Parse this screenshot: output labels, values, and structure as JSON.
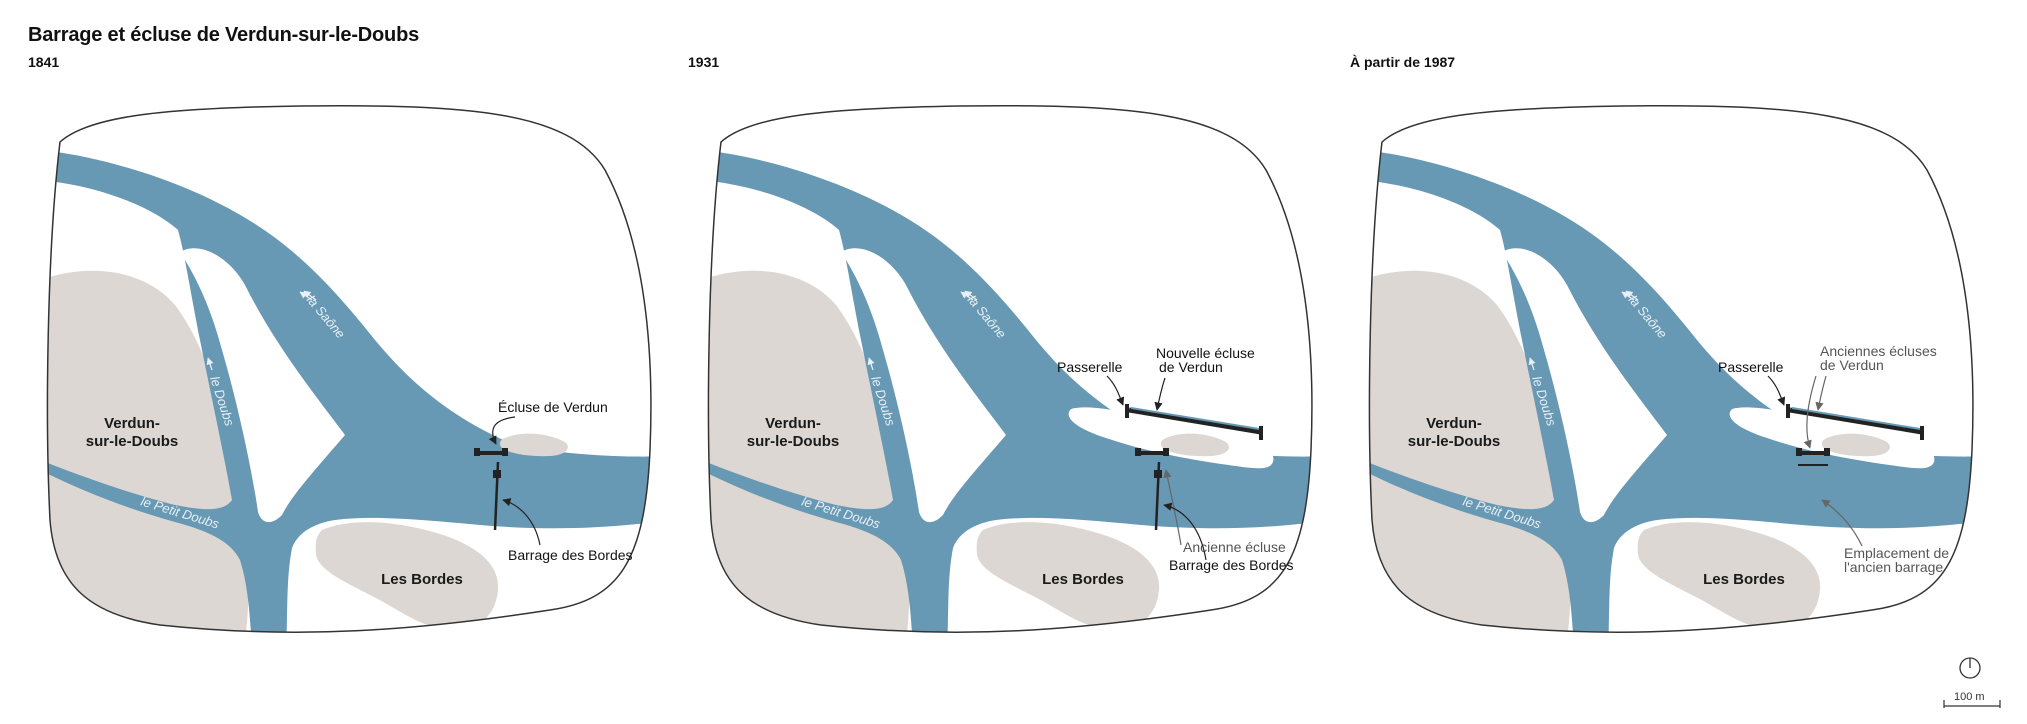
{
  "title": "Barrage et écluse de Verdun-sur-le-Doubs",
  "panels": [
    {
      "year": "1841",
      "town_line1": "Verdun-",
      "town_line2": "sur-le-Doubs",
      "village": "Les Bordes",
      "river_saone": "la Saône",
      "river_doubs": "le Doubs",
      "river_petit_doubs": "le Petit Doubs",
      "callouts": [
        "Écluse de Verdun",
        "Barrage des Bordes"
      ]
    },
    {
      "year": "1931",
      "town_line1": "Verdun-",
      "town_line2": "sur-le-Doubs",
      "village": "Les Bordes",
      "river_saone": "la Saône",
      "river_doubs": "le Doubs",
      "river_petit_doubs": "le Petit Doubs",
      "callouts": [
        "Passerelle",
        "Nouvelle écluse",
        "de Verdun",
        "Ancienne écluse",
        "Barrage des Bordes"
      ]
    },
    {
      "year": "À partir de 1987",
      "town_line1": "Verdun-",
      "town_line2": "sur-le-Doubs",
      "village": "Les Bordes",
      "river_saone": "la Saône",
      "river_doubs": "le Doubs",
      "river_petit_doubs": "le Petit Doubs",
      "callouts": [
        "Passerelle",
        "Anciennes écluses",
        "de Verdun",
        "Emplacement de",
        "l'ancien barrage"
      ]
    }
  ],
  "scale": "100 m",
  "colors": {
    "water": "#6798b4",
    "land": "#dcd7d2",
    "outline": "#333333",
    "structure": "#222222"
  },
  "icons": [
    "north-arrow-icon"
  ]
}
